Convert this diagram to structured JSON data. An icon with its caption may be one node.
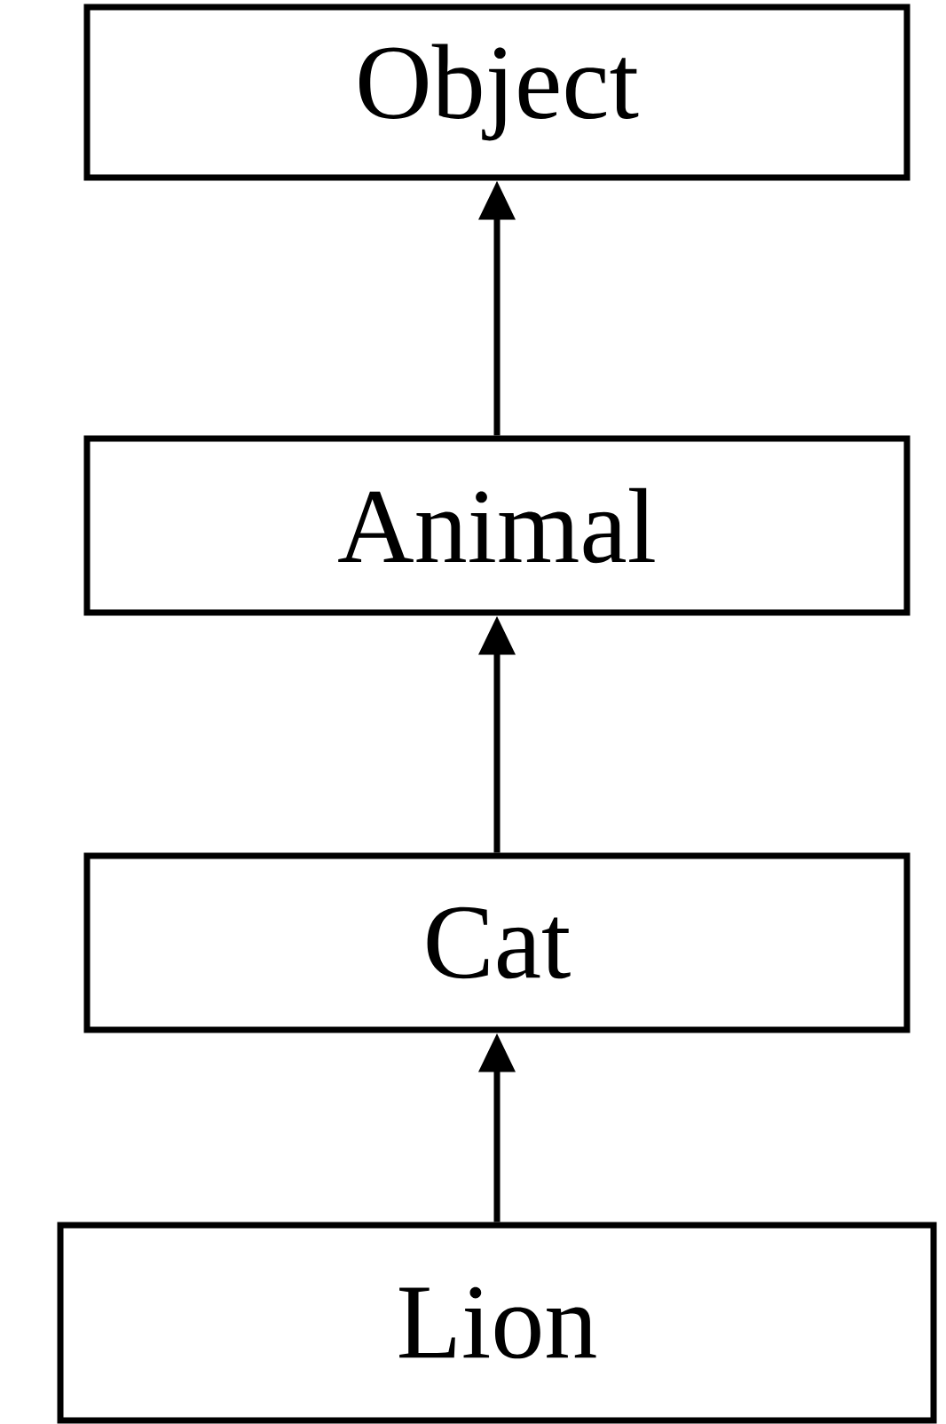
{
  "diagram": {
    "nodes": [
      {
        "text": [
          "Object"
        ]
      },
      {
        "text": [
          "Animal"
        ]
      },
      {
        "text": [
          "Cat"
        ]
      },
      {
        "text": [
          "Lion"
        ]
      }
    ],
    "edges": [
      {
        "from": 1,
        "to": 0,
        "arrow": "to"
      },
      {
        "from": 2,
        "to": 1,
        "arrow": "to"
      },
      {
        "from": 3,
        "to": 2,
        "arrow": "to"
      }
    ]
  }
}
